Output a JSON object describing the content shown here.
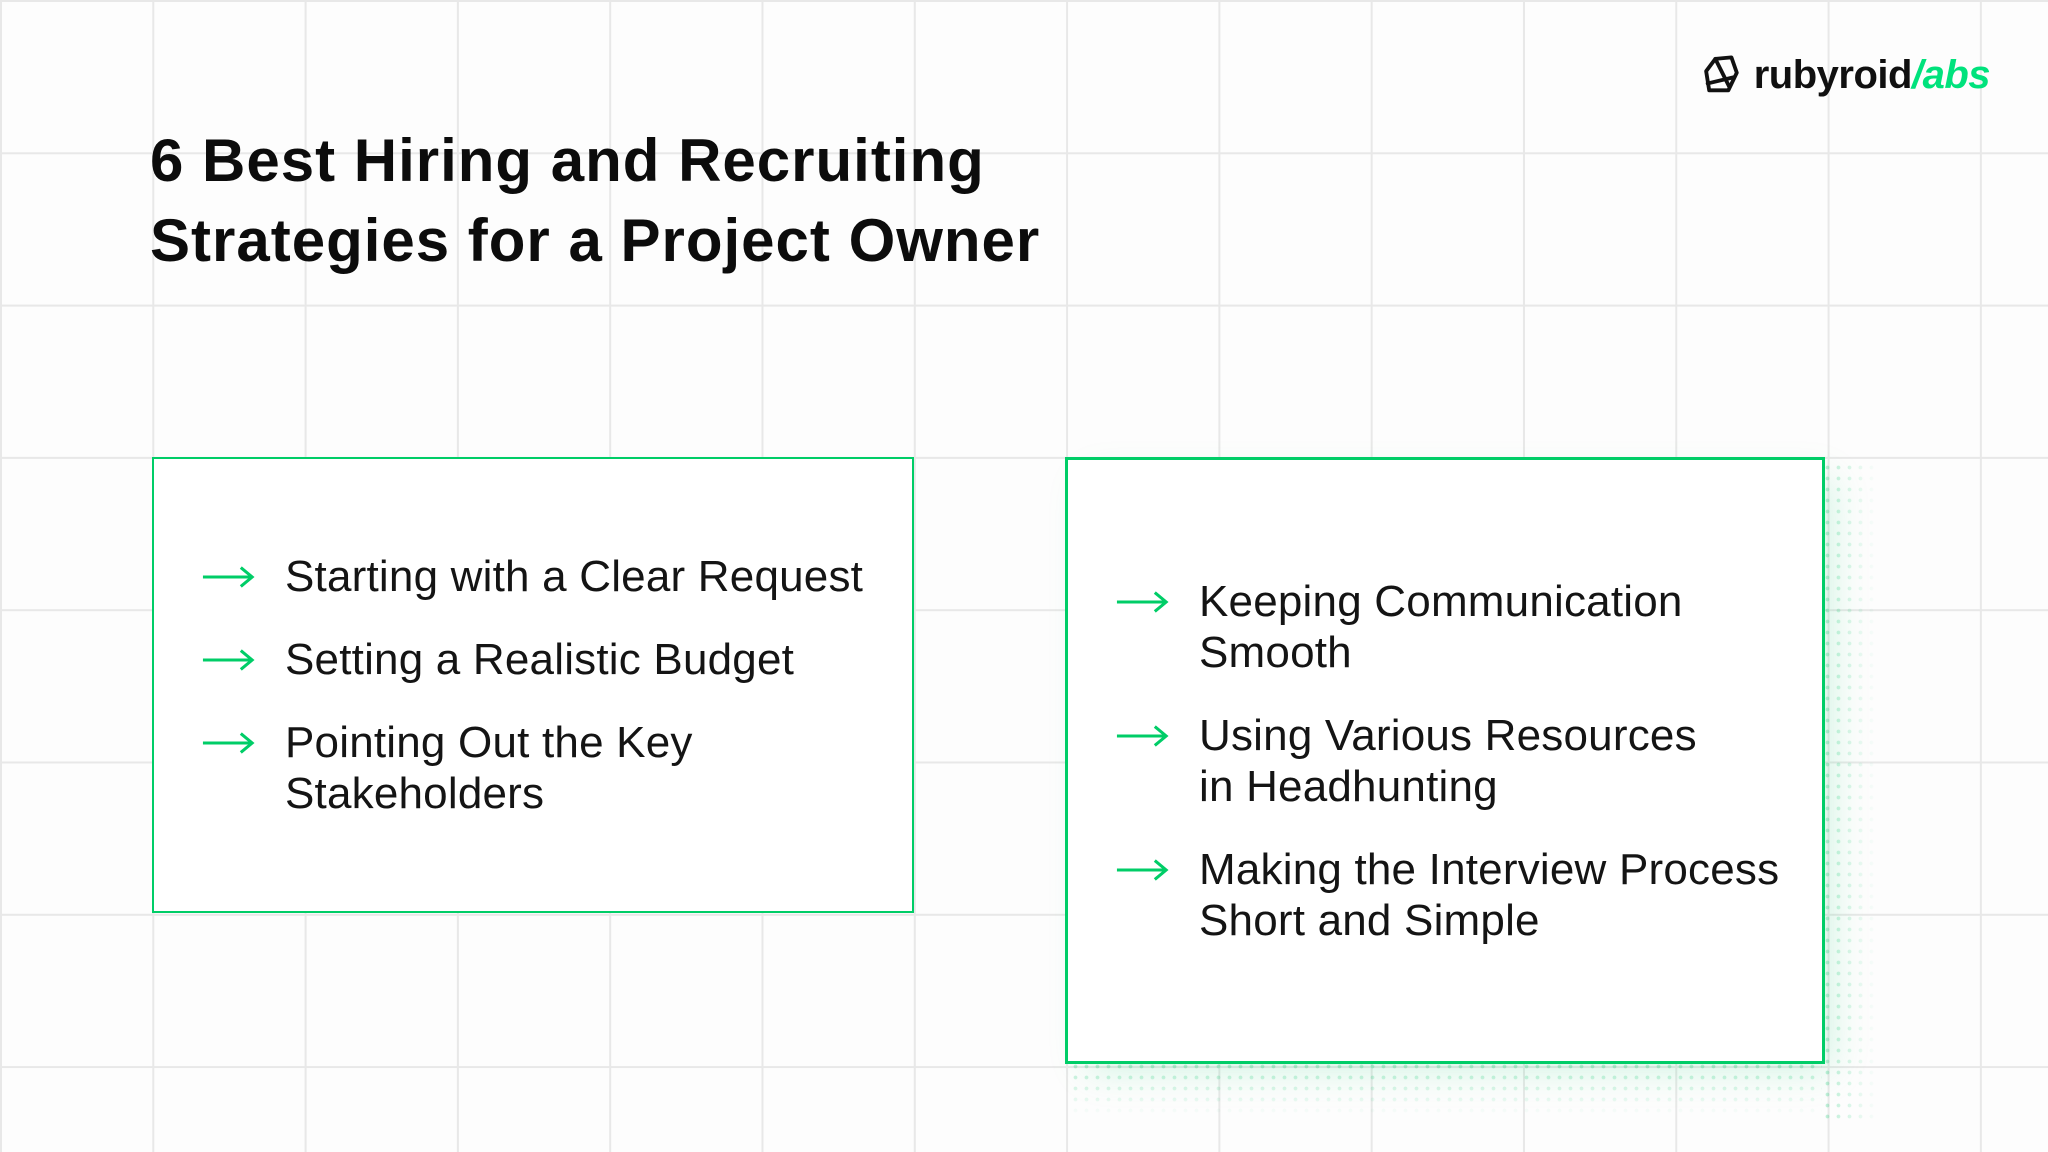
{
  "logo": {
    "brand": "rubyroid",
    "accent": "/abs",
    "icon": "rubyroid-gem-icon"
  },
  "title": {
    "line1": "6 Best Hiring and Recruiting",
    "line2": "Strategies for a Project Owner"
  },
  "icons": {
    "bullet": "arrow-right-icon"
  },
  "colors": {
    "accent_green": "#00CD67",
    "logo_green": "#00E27C",
    "title_text": "#0C0C0C",
    "body_text": "#141414",
    "background": "#FDFDFD",
    "grid_line": "#E8E8E8",
    "card_background": "#FFFFFF"
  },
  "cards": [
    {
      "items": [
        {
          "lines": [
            "Starting with a Clear Request"
          ]
        },
        {
          "lines": [
            "Setting a Realistic Budget"
          ]
        },
        {
          "lines": [
            "Pointing Out the Key",
            "Stakeholders"
          ]
        }
      ]
    },
    {
      "items": [
        {
          "lines": [
            "Keeping Communication",
            "Smooth"
          ]
        },
        {
          "lines": [
            "Using Various Resources",
            "in Headhunting"
          ]
        },
        {
          "lines": [
            "Making the Interview Process",
            "Short and Simple"
          ]
        }
      ]
    }
  ]
}
